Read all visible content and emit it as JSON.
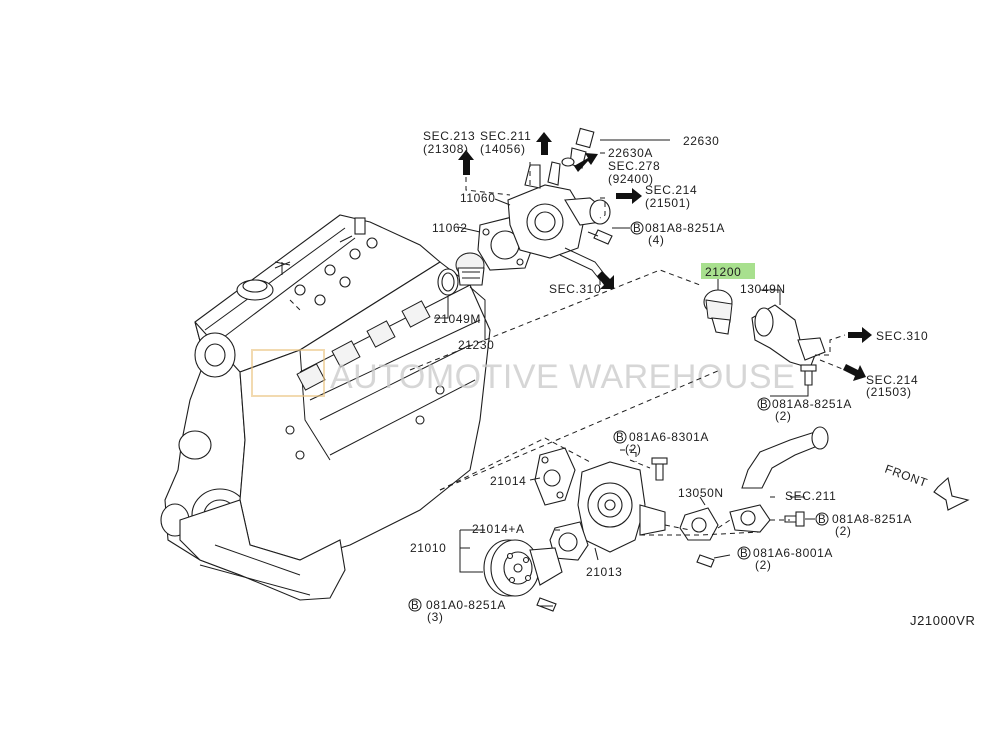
{
  "diagram": {
    "code": "J21000VR",
    "watermark": "AUTOMOTIVE WAREHOUSE",
    "front_label": "FRONT",
    "highlight_color": "#a8e08e",
    "labels": {
      "sec213": "SEC.213",
      "sec213_ref": "(21308)",
      "sec211_top": "SEC.211",
      "sec211_top_ref": "(14056)",
      "p22630": "22630",
      "p22630A": "22630A",
      "sec278": "SEC.278",
      "sec278_ref": "(92400)",
      "sec214_top": "SEC.214",
      "sec214_top_ref": "(21501)",
      "p11060": "11060",
      "p11062": "11062",
      "bolt_081A8_top": "081A8-8251A",
      "bolt_081A8_top_qty": "(4)",
      "sec310_top": "SEC.310",
      "p21049M": "21049M",
      "p21230": "21230",
      "p21200": "21200",
      "p13049N": "13049N",
      "sec310_right": "SEC.310",
      "sec214_right": "SEC.214",
      "sec214_right_ref": "(21503)",
      "bolt_081A8_right": "081A8-8251A",
      "bolt_081A8_right_qty": "(2)",
      "bolt_081A6_8301A": "081A6-8301A",
      "bolt_081A6_8301A_qty": "(2)",
      "p21014": "21014",
      "p13050N": "13050N",
      "sec211_low": "SEC.211",
      "p21014A": "21014+A",
      "p21010": "21010",
      "p21013": "21013",
      "bolt_081A8_low": "081A8-8251A",
      "bolt_081A8_low_qty": "(2)",
      "bolt_081A6_8001A": "081A6-8001A",
      "bolt_081A6_8001A_qty": "(2)",
      "bolt_081A0": "081A0-8251A",
      "bolt_081A0_qty": "(3)",
      "bolt_marker": "B"
    }
  }
}
